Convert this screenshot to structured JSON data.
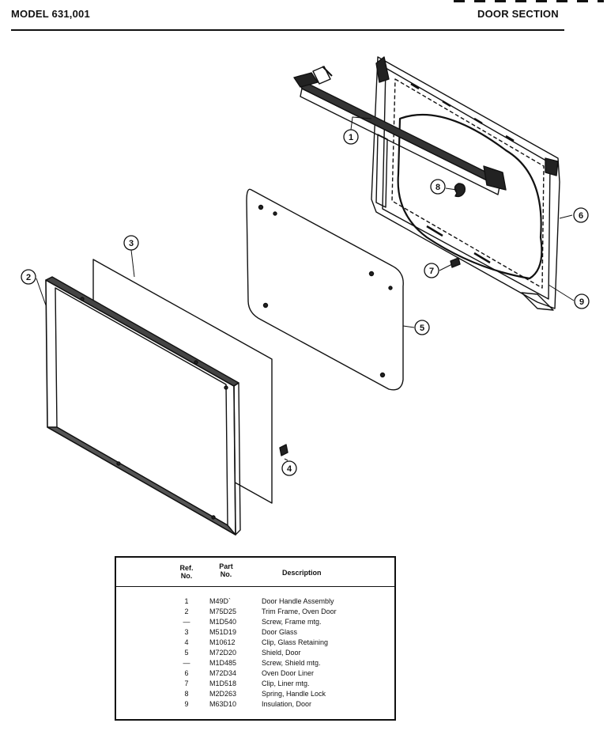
{
  "header": {
    "model": "MODEL 631,001",
    "section": "DOOR SECTION"
  },
  "callouts": [
    "1",
    "2",
    "3",
    "4",
    "5",
    "6",
    "7",
    "8",
    "9"
  ],
  "parts_table": {
    "headers": {
      "ref_line1": "Ref.",
      "ref_line2": "No.",
      "part_line1": "Part",
      "part_line2": "No.",
      "description": "Description"
    },
    "rows": [
      {
        "ref": "1",
        "part": "M49D`",
        "description": "Door Handle Assembly"
      },
      {
        "ref": "2",
        "part": "M75D25",
        "description": "Trim Frame, Oven Door"
      },
      {
        "ref": "—",
        "part": "M1D540",
        "description": "Screw, Frame mtg."
      },
      {
        "ref": "3",
        "part": "M51D19",
        "description": "Door Glass"
      },
      {
        "ref": "4",
        "part": "M10612",
        "description": "Clip, Glass Retaining"
      },
      {
        "ref": "5",
        "part": "M72D20",
        "description": "Shield, Door"
      },
      {
        "ref": "—",
        "part": "M1D485",
        "description": "Screw, Shield mtg."
      },
      {
        "ref": "6",
        "part": "M72D34",
        "description": "Oven Door Liner"
      },
      {
        "ref": "7",
        "part": "M1D518",
        "description": "Clip, Liner mtg."
      },
      {
        "ref": "8",
        "part": "M2D263",
        "description": "Spring, Handle Lock"
      },
      {
        "ref": "9",
        "part": "M63D10",
        "description": "Insulation, Door"
      }
    ]
  }
}
